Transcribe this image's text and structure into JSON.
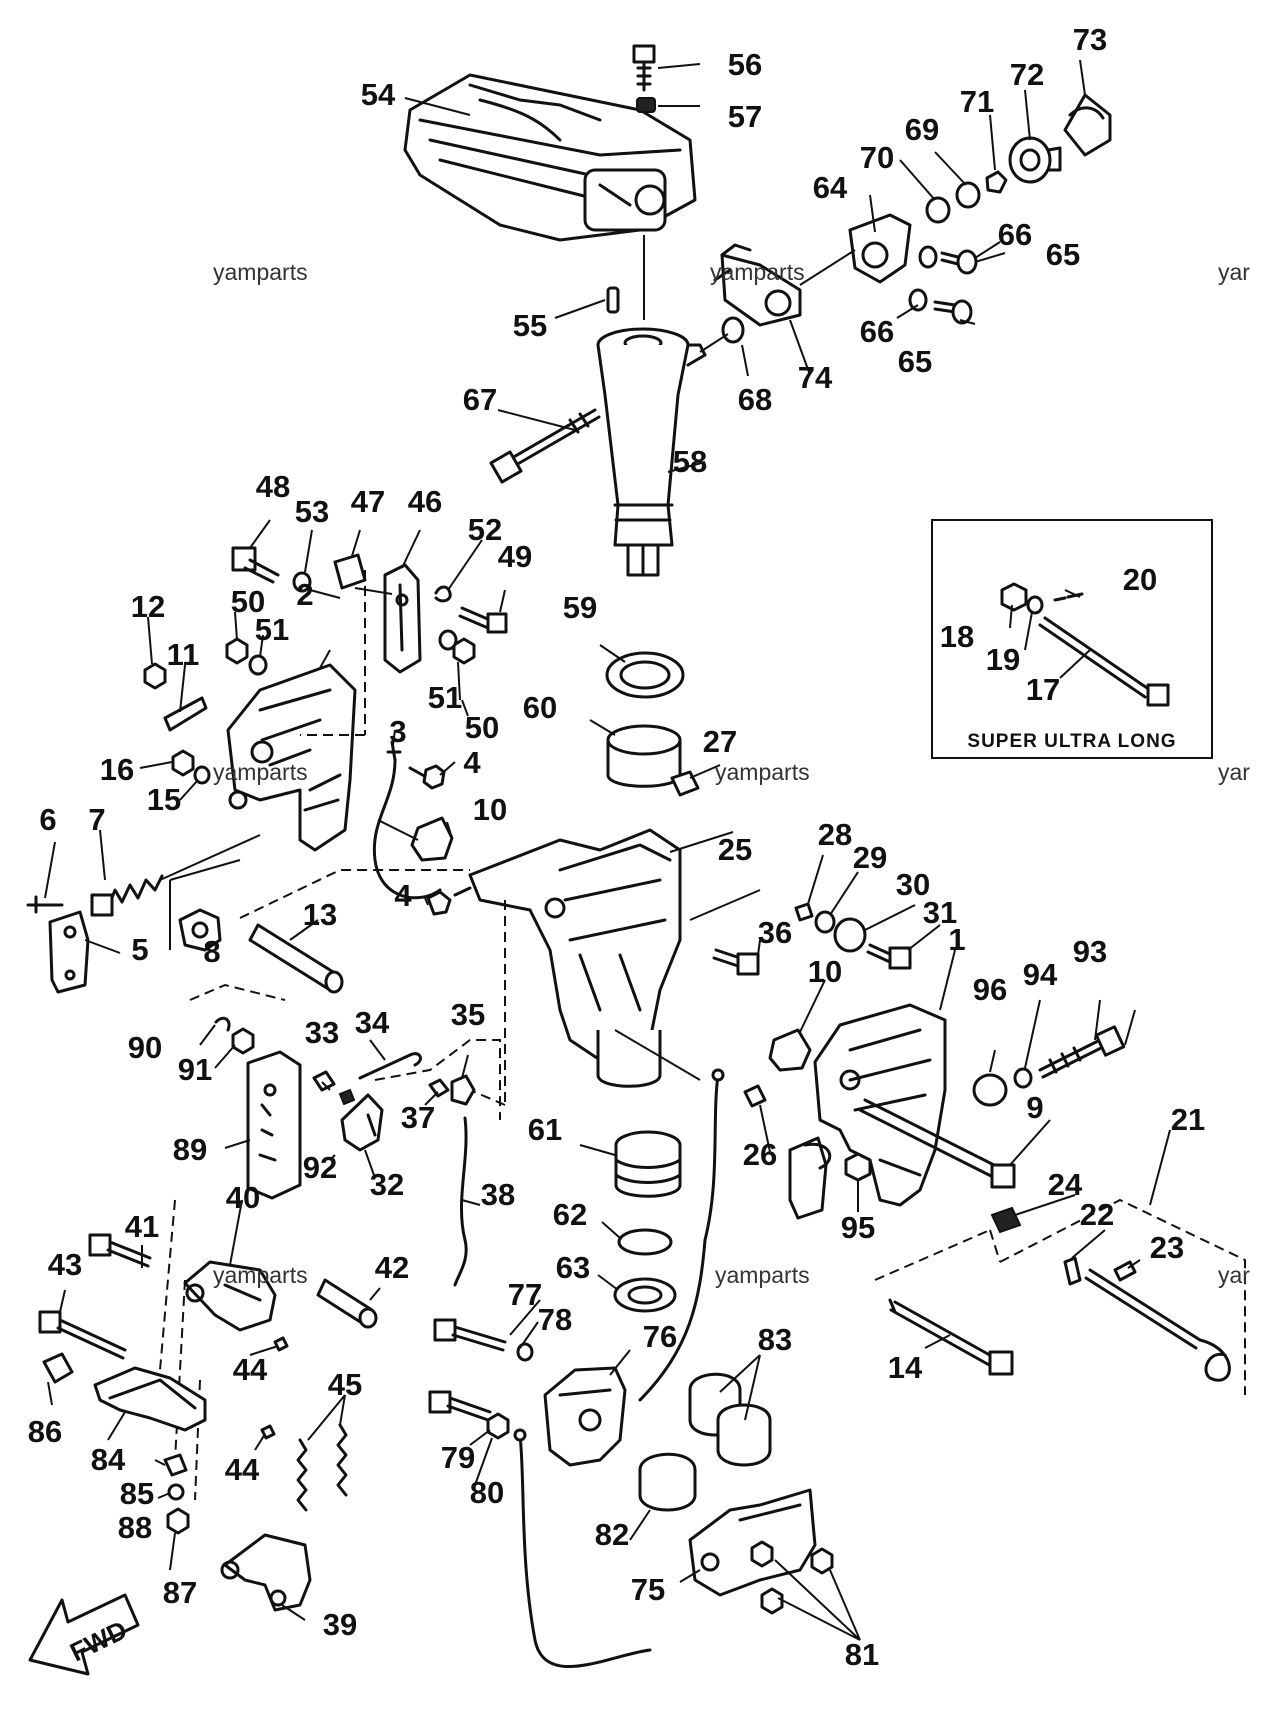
{
  "watermark": "yamparts",
  "watermark_partial": "yar",
  "inset": {
    "title": "SUPER ULTRA LONG"
  },
  "direction_arrow": {
    "label": "FWD",
    "icon": "forward-arrow-icon"
  },
  "part_numbers": [
    "1",
    "2",
    "3",
    "4",
    "4",
    "5",
    "6",
    "7",
    "8",
    "9",
    "10",
    "10",
    "11",
    "12",
    "13",
    "14",
    "15",
    "16",
    "17",
    "18",
    "19",
    "20",
    "21",
    "22",
    "23",
    "24",
    "25",
    "26",
    "27",
    "28",
    "29",
    "30",
    "31",
    "32",
    "33",
    "34",
    "35",
    "36",
    "37",
    "38",
    "39",
    "40",
    "41",
    "42",
    "43",
    "44",
    "44",
    "45",
    "46",
    "47",
    "48",
    "49",
    "50",
    "50",
    "51",
    "51",
    "52",
    "53",
    "54",
    "55",
    "56",
    "57",
    "58",
    "59",
    "60",
    "61",
    "62",
    "63",
    "64",
    "65",
    "65",
    "66",
    "66",
    "67",
    "68",
    "69",
    "70",
    "71",
    "72",
    "73",
    "74",
    "75",
    "76",
    "77",
    "78",
    "79",
    "80",
    "81",
    "82",
    "83",
    "84",
    "85",
    "86",
    "87",
    "88",
    "89",
    "90",
    "91",
    "92",
    "93",
    "94",
    "95",
    "96"
  ]
}
